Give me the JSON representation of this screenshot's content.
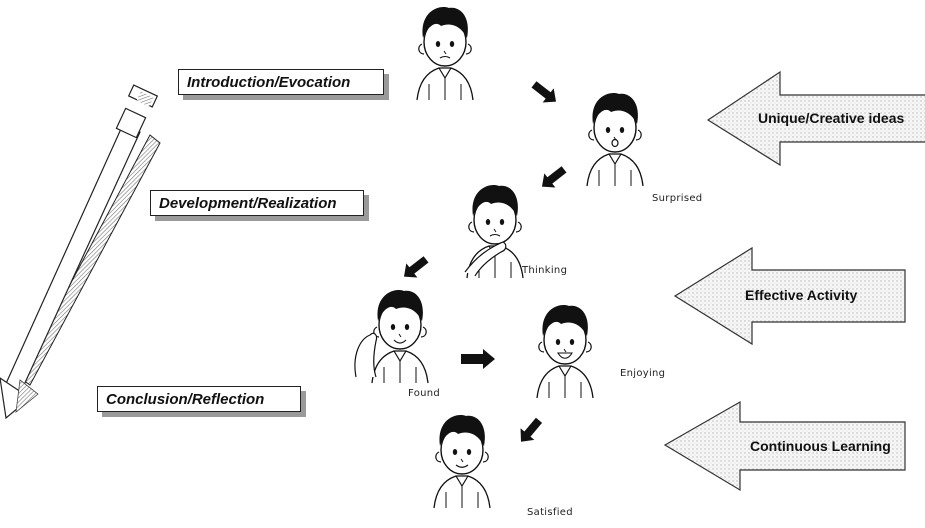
{
  "phases": {
    "introduction": "Introduction/Evocation",
    "development": "Development/Realization",
    "conclusion": "Conclusion/Reflection"
  },
  "emotions": {
    "surprised": "Surprised",
    "thinking": "Thinking",
    "found": "Found",
    "enjoying": "Enjoying",
    "satisfied": "Satisfied"
  },
  "outcomes": {
    "unique": "Unique/Creative ideas",
    "effective": "Effective Activity",
    "continuous": "Continuous Learning"
  },
  "colors": {
    "box_shadow": "#9a9a9a",
    "arrow_fill": "#f2f2f2",
    "outline": "#222222"
  }
}
